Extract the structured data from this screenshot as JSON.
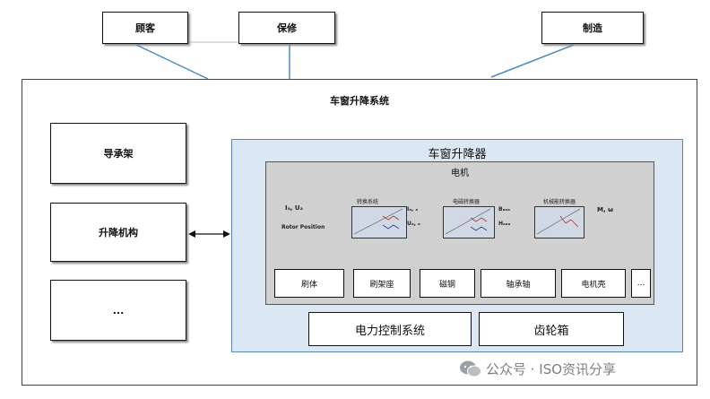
{
  "stakeholders": [
    "顾客",
    "保修",
    "制造"
  ],
  "system_title": "车窗升降系统",
  "left_modules": [
    "导承架",
    "升降机构",
    "..."
  ],
  "regulator_title": "车窗升降器",
  "motor": {
    "title": "电机",
    "stage_labels": [
      "转换系统",
      "电磁转换器",
      "机械能转换器"
    ],
    "inputs": [
      "Iₐ, Uₐ",
      "Rotor Position"
    ],
    "signals": [
      "Iₐ, ₐ",
      "Uₐ, ₐ",
      "Bₐₐₐ",
      "Hₐₐₐ",
      "M, ω"
    ]
  },
  "parts": [
    "刷体",
    "刷架座",
    "磁钢",
    "轴承轴",
    "电机壳",
    "..."
  ],
  "bottom_modules": [
    "电力控制系统",
    "齿轮箱"
  ],
  "watermark": "公众号 · ISO资讯分享"
}
